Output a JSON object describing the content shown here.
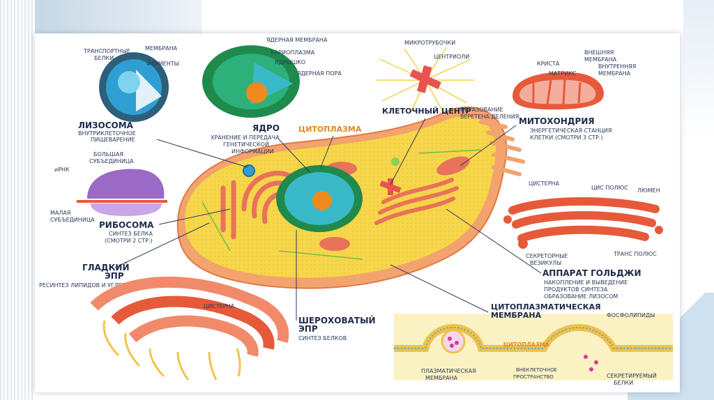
{
  "labels": {
    "lysosome": {
      "title": "ЛИЗОСОМА",
      "desc1": "ВНУТРИКЛЕТОЧНОЕ",
      "desc2": "ПИЩЕВАРЕНИЕ",
      "transport1": "ТРАНСПОРТНЫЕ",
      "transport2": "БЕЛКИ",
      "membrane": "МЕМБРАНА",
      "enzymes": "ФЕРМЕНТЫ"
    },
    "nucleus": {
      "title": "ЯДРО",
      "desc1": "ХРАНЕНИЕ И ПЕРЕДАЧА",
      "desc2": "ГЕНЕТИЧЕСКОЙ",
      "desc3": "ИНФОРМАЦИИ",
      "nuclear_membrane": "ЯДЕРНАЯ МЕМБРАНА",
      "karyoplasm": "КАРИОПЛАЗМА",
      "nucleolus": "ЯДРЫШКО",
      "nuclear_pore": "ЯДЕРНАЯ ПОРА"
    },
    "centre": {
      "microtubules": "МИКРОТРУБОЧКИ",
      "centrioles": "ЦЕНТРИОЛИ",
      "title": "КЛЕТОЧНЫЙ ЦЕНТР",
      "desc1": "ОБРАЗОВАНИЕ",
      "desc2": "ВЕРЕТЕНА ДЕЛЕНИЯ"
    },
    "mito": {
      "crista": "КРИСТА",
      "matrix": "МАТРИКС",
      "outer1": "ВНЕШНЯЯ",
      "outer2": "МЕМБРАНА",
      "inner1": "ВНУТРЕННЯЯ",
      "inner2": "МЕМБРАНА",
      "title": "МИТОХОНДРИЯ",
      "desc1": "ЭНЕРГЕТИЧЕСКАЯ СТАНЦИЯ",
      "desc2": "КЛЕТКИ (СМОТРИ 3 СТР.)"
    },
    "cytoplasm": "ЦИТОПЛАЗМА",
    "ribosome": {
      "large1": "БОЛЬШАЯ",
      "large2": "СУБЪЕДИНИЦА",
      "mrna": "иРНК",
      "small1": "МАЛАЯ",
      "small2": "СУБЪЕДИНИЦА",
      "title": "РИБОСОМА",
      "desc1": "СИНТЕЗ БЕЛКА",
      "desc2": "(СМОТРИ 2 СТР.)"
    },
    "golgi": {
      "cisterna": "ЦИСТЕРНА",
      "cis": "ЦИС ПОЛЮС",
      "lumen": "ЛЮМЕН",
      "trans": "ТРАНС ПОЛЮС",
      "secretory1": "СЕКРЕТОРНЫЕ",
      "secretory2": "ВЕЗИКУЛЫ",
      "title": "АППАРАТ ГОЛЬДЖИ",
      "desc1": "НАКОПЛЕНИЕ И ВЫВЕДЕНИЕ",
      "desc2": "ПРОДУКТОВ СИНТЕЗА",
      "desc3": "ОБРАЗОВАНИЕ ЛИЗОСОМ"
    },
    "smooth_er": {
      "title1": "ГЛАДКИЙ",
      "title2": "ЭПР",
      "desc": "РЕСИНТЕЗ ЛИПИДОВ И УГЛЕВОДОВ"
    },
    "rough_er": {
      "cisterna": "ЦИСТЕРНА",
      "title1": "ШЕРОХОВАТЫЙ",
      "title2": "ЭПР",
      "desc": "СИНТЕЗ БЕЛКОВ"
    },
    "membrane": {
      "title1": "ЦИТОПЛАЗМАТИЧЕСКАЯ",
      "title2": "МЕМБРАНА",
      "phospholipids": "ФОСФОЛИПИДЫ",
      "cytoplasm": "ЦИТОПЛАЗМА",
      "plasma1": "ПЛАЗМАТИЧЕСКАЯ",
      "plasma2": "МЕМБРАНА",
      "extra1": "ВНЕКЛЕТОЧНОЕ",
      "extra2": "ПРОСТРАНСТВО",
      "secreted1": "СЕКРЕТИРУЕМЫЙ",
      "secreted2": "БЕЛКИ"
    }
  },
  "colors": {
    "cell_fill": "#f6d64a",
    "cell_edge": "#f1a06a",
    "nucleus_outer": "#1f8a4c",
    "nucleus_inner": "#39b9c8",
    "nucleolus": "#f08a1c",
    "organelle_red": "#e65a3a",
    "lysosome_blue": "#2f9fd3",
    "ribosome_purple": "#9a6ac6",
    "label_navy": "#1d2b4a",
    "cytoplasm_label": "#e1871b"
  }
}
